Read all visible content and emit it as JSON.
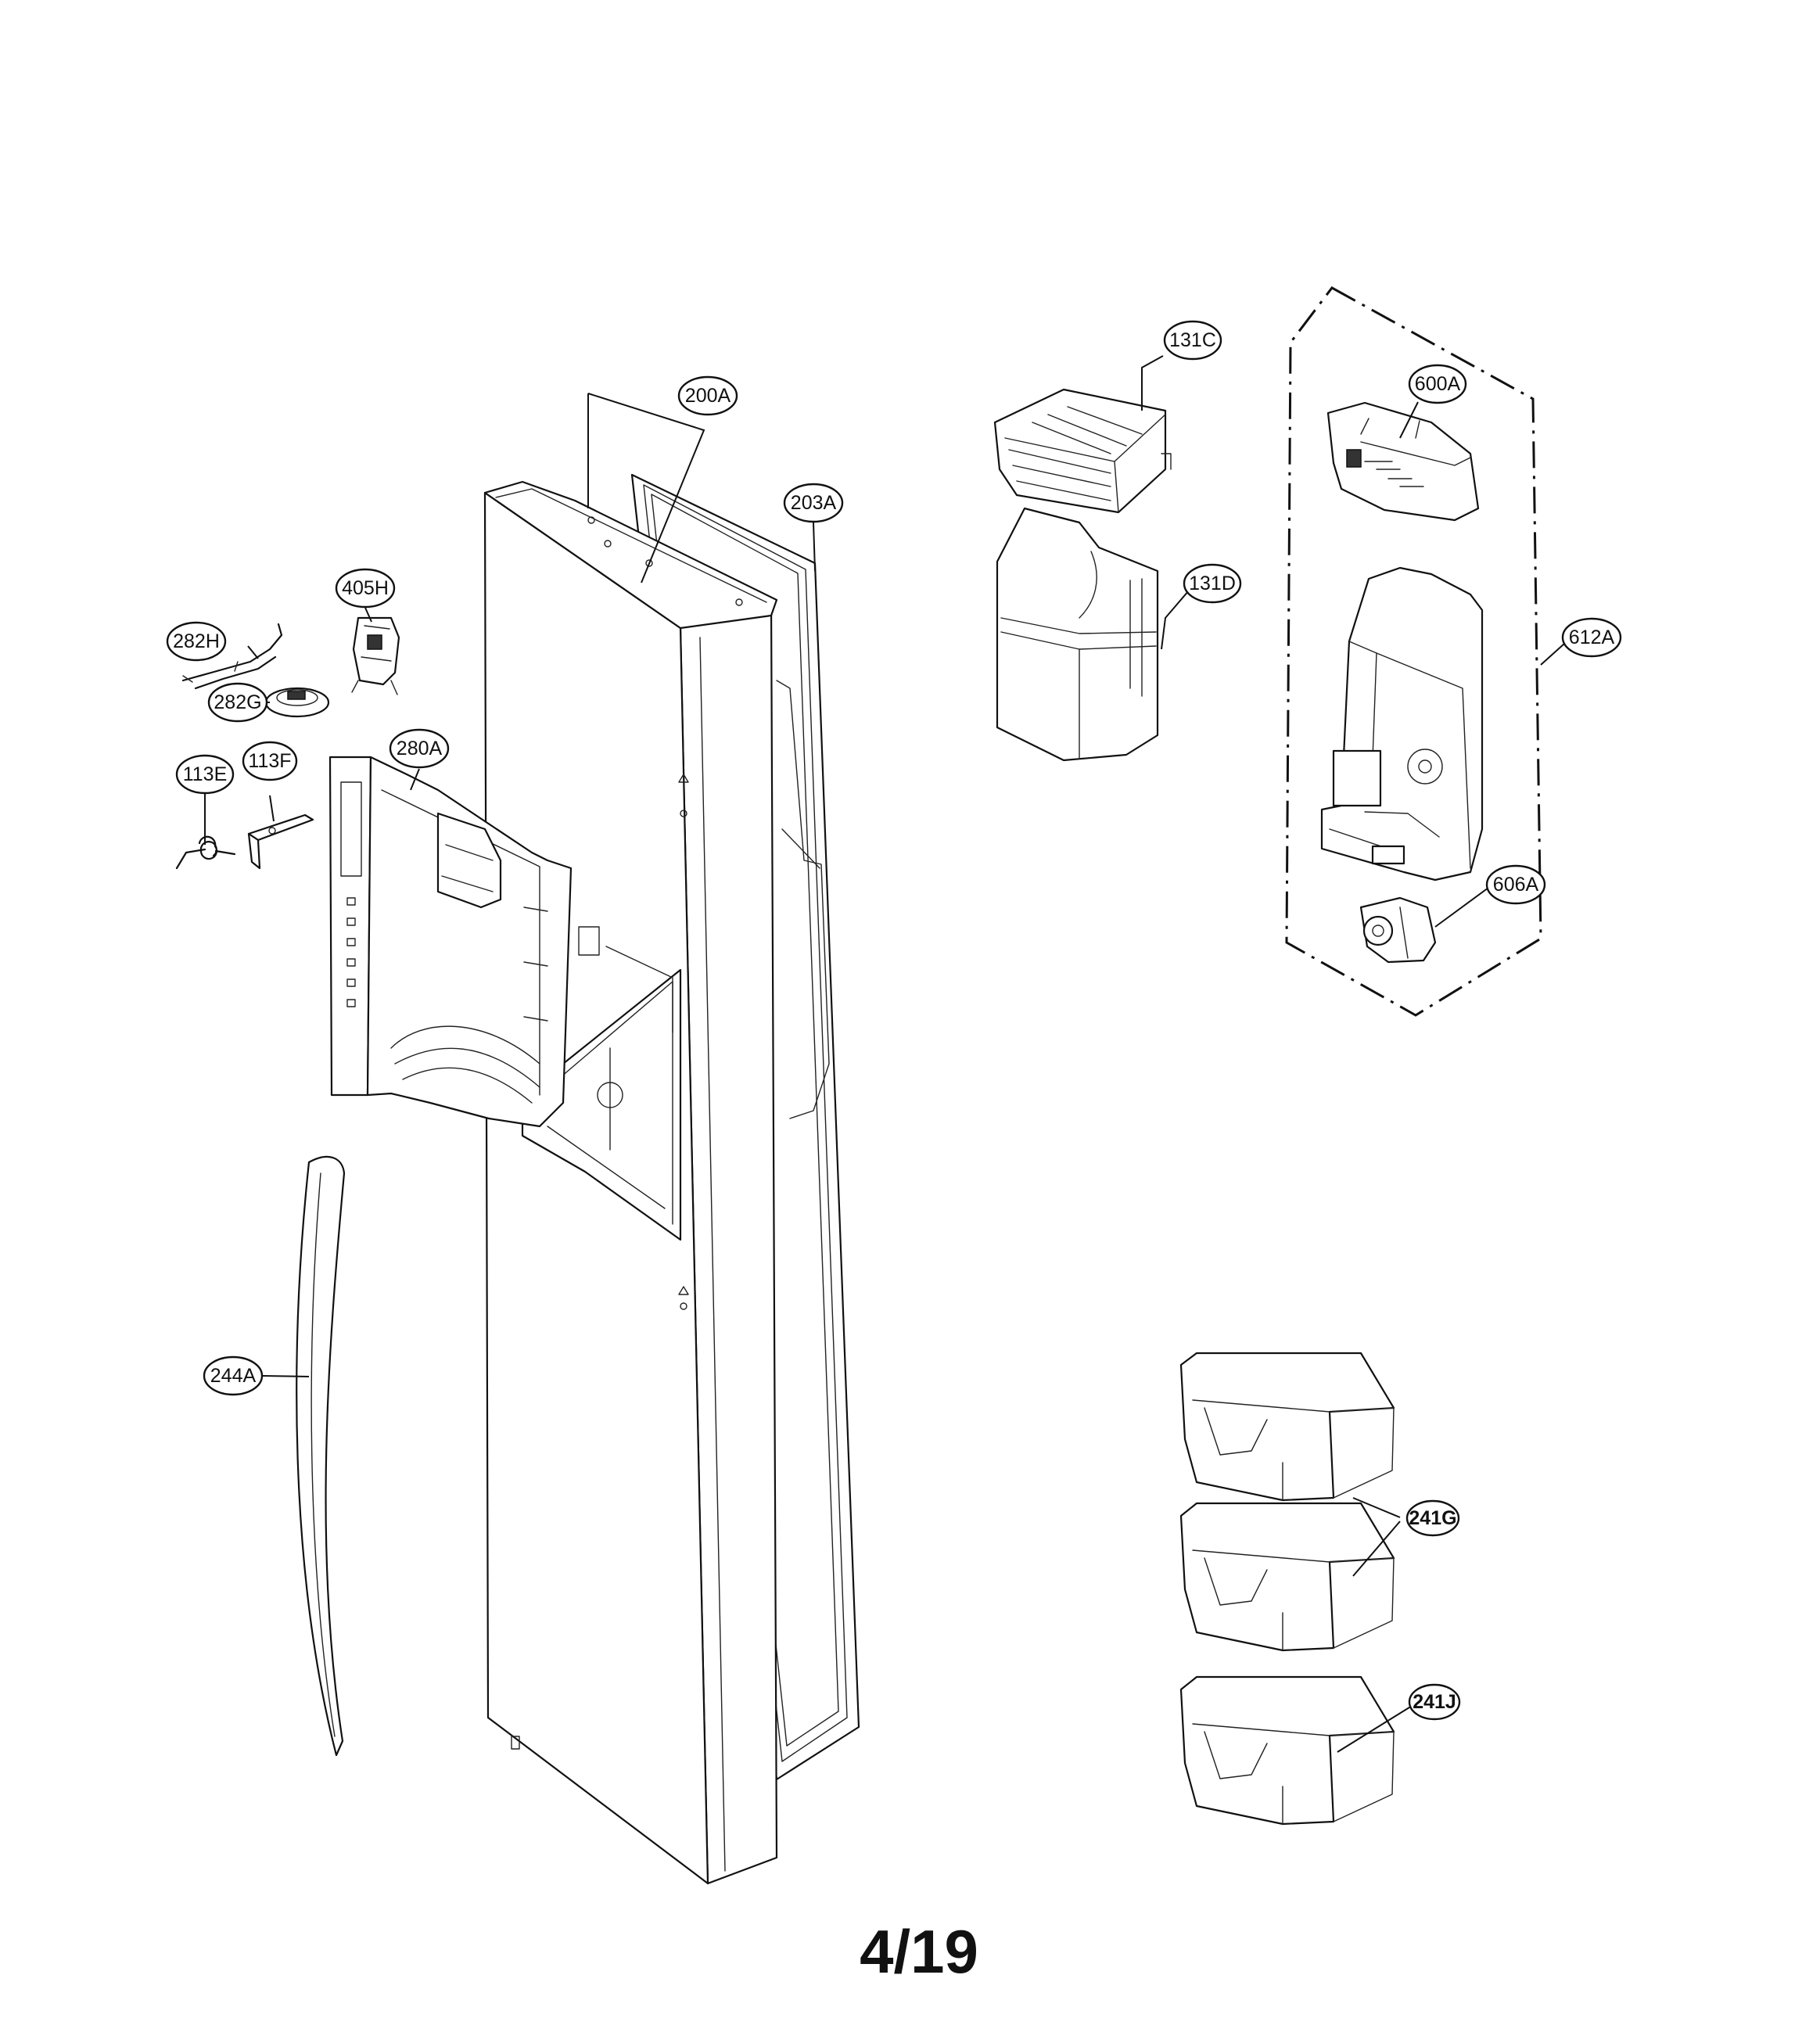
{
  "diagram": {
    "page_number": "4/19",
    "callouts": [
      {
        "id": "200A"
      },
      {
        "id": "203A"
      },
      {
        "id": "405H"
      },
      {
        "id": "282H"
      },
      {
        "id": "282G"
      },
      {
        "id": "113E"
      },
      {
        "id": "113F"
      },
      {
        "id": "280A"
      },
      {
        "id": "244A"
      },
      {
        "id": "131C"
      },
      {
        "id": "131D"
      },
      {
        "id": "600A"
      },
      {
        "id": "612A"
      },
      {
        "id": "606A"
      },
      {
        "id": "241G"
      },
      {
        "id": "241J"
      }
    ]
  }
}
